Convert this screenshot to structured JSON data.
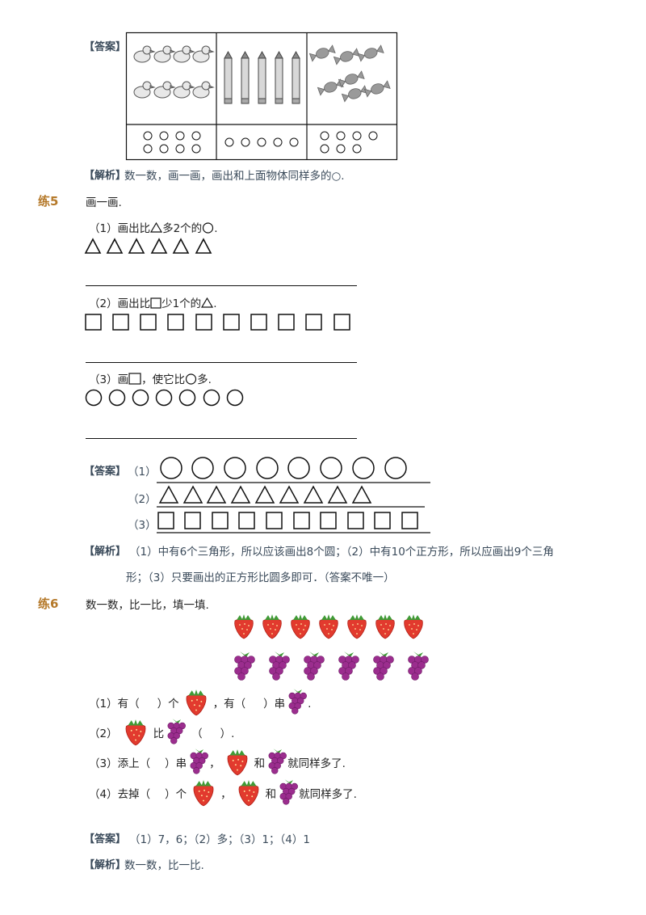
{
  "top_answer": {
    "tag": "【答案】",
    "analysis_tag": "【解析】",
    "analysis_text": "数一数，画一画，画出和上面物体同样多的○."
  },
  "ex5": {
    "label": "练5",
    "instruction": "画一画.",
    "q1": {
      "pre": "（1）画出比",
      "mid": "多2个的",
      "end": "."
    },
    "q2": {
      "pre": "（2）画出比",
      "mid": "少1个的",
      "end": "."
    },
    "q3": {
      "pre": "（3）画",
      "mid": "，使它比",
      "end": "多."
    },
    "answer_tag": "【答案】",
    "answer_rows": [
      "（1）",
      "（2）",
      "（3）"
    ],
    "analysis_tag": "【解析】",
    "analysis_line1": "（1）中有6个三角形，所以应该画出8个圆；（2）中有10个正方形，所以应画出9个三角",
    "analysis_line2": "形；（3）只要画出的正方形比圆多即可．（答案不唯一）"
  },
  "ex6": {
    "label": "练6",
    "instruction": "数一数，比一比，填一填.",
    "q1": {
      "a": "（1）有（",
      "b": "）个",
      "c": "，有（",
      "d": "）串",
      "e": "."
    },
    "q2": {
      "a": "（2）",
      "b": "比",
      "c": "（",
      "d": "）."
    },
    "q3": {
      "a": "（3）添上（",
      "b": "）串",
      "c": "，",
      "d": "和",
      "e": "就同样多了."
    },
    "q4": {
      "a": "（4）去掉（",
      "b": "）个",
      "c": "，",
      "d": "和",
      "e": "就同样多了."
    },
    "answer_tag": "【答案】",
    "answer_text": "（1）7，6；（2）多；（3）1；（4）1",
    "analysis_tag": "【解析】",
    "analysis_text": "数一数，比一比."
  },
  "colors": {
    "heading": "#b5792a",
    "tag": "#3a4a5a",
    "strawberry": "#e23a2e",
    "grape": "#9b2d8e",
    "leaf": "#3f9b36"
  }
}
